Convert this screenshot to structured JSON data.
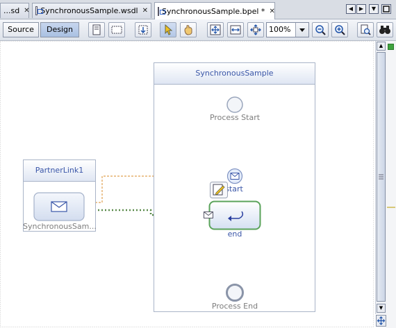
{
  "tabs": [
    {
      "label": "...sd",
      "active": false
    },
    {
      "label": "SynchronousSample.wsdl",
      "active": false
    },
    {
      "label": "SynchronousSample.bpel *",
      "active": true
    }
  ],
  "tab_close_glyph": "✕",
  "toolbar": {
    "source_label": "Source",
    "design_label": "Design",
    "zoom_value": "100%"
  },
  "diagram": {
    "process_title": "SynchronousSample",
    "partner_title": "PartnerLink1",
    "partner_port_label": "SynchronousSam...",
    "start_label": "Process Start",
    "receive_label": "start",
    "reply_label": "end",
    "end_label": "Process End"
  },
  "colors": {
    "panel_header_text": "#3a56a8",
    "flow_line": "#e0a050",
    "reply_border": "#5aa35a",
    "partner_link": "#5a8a4a"
  }
}
